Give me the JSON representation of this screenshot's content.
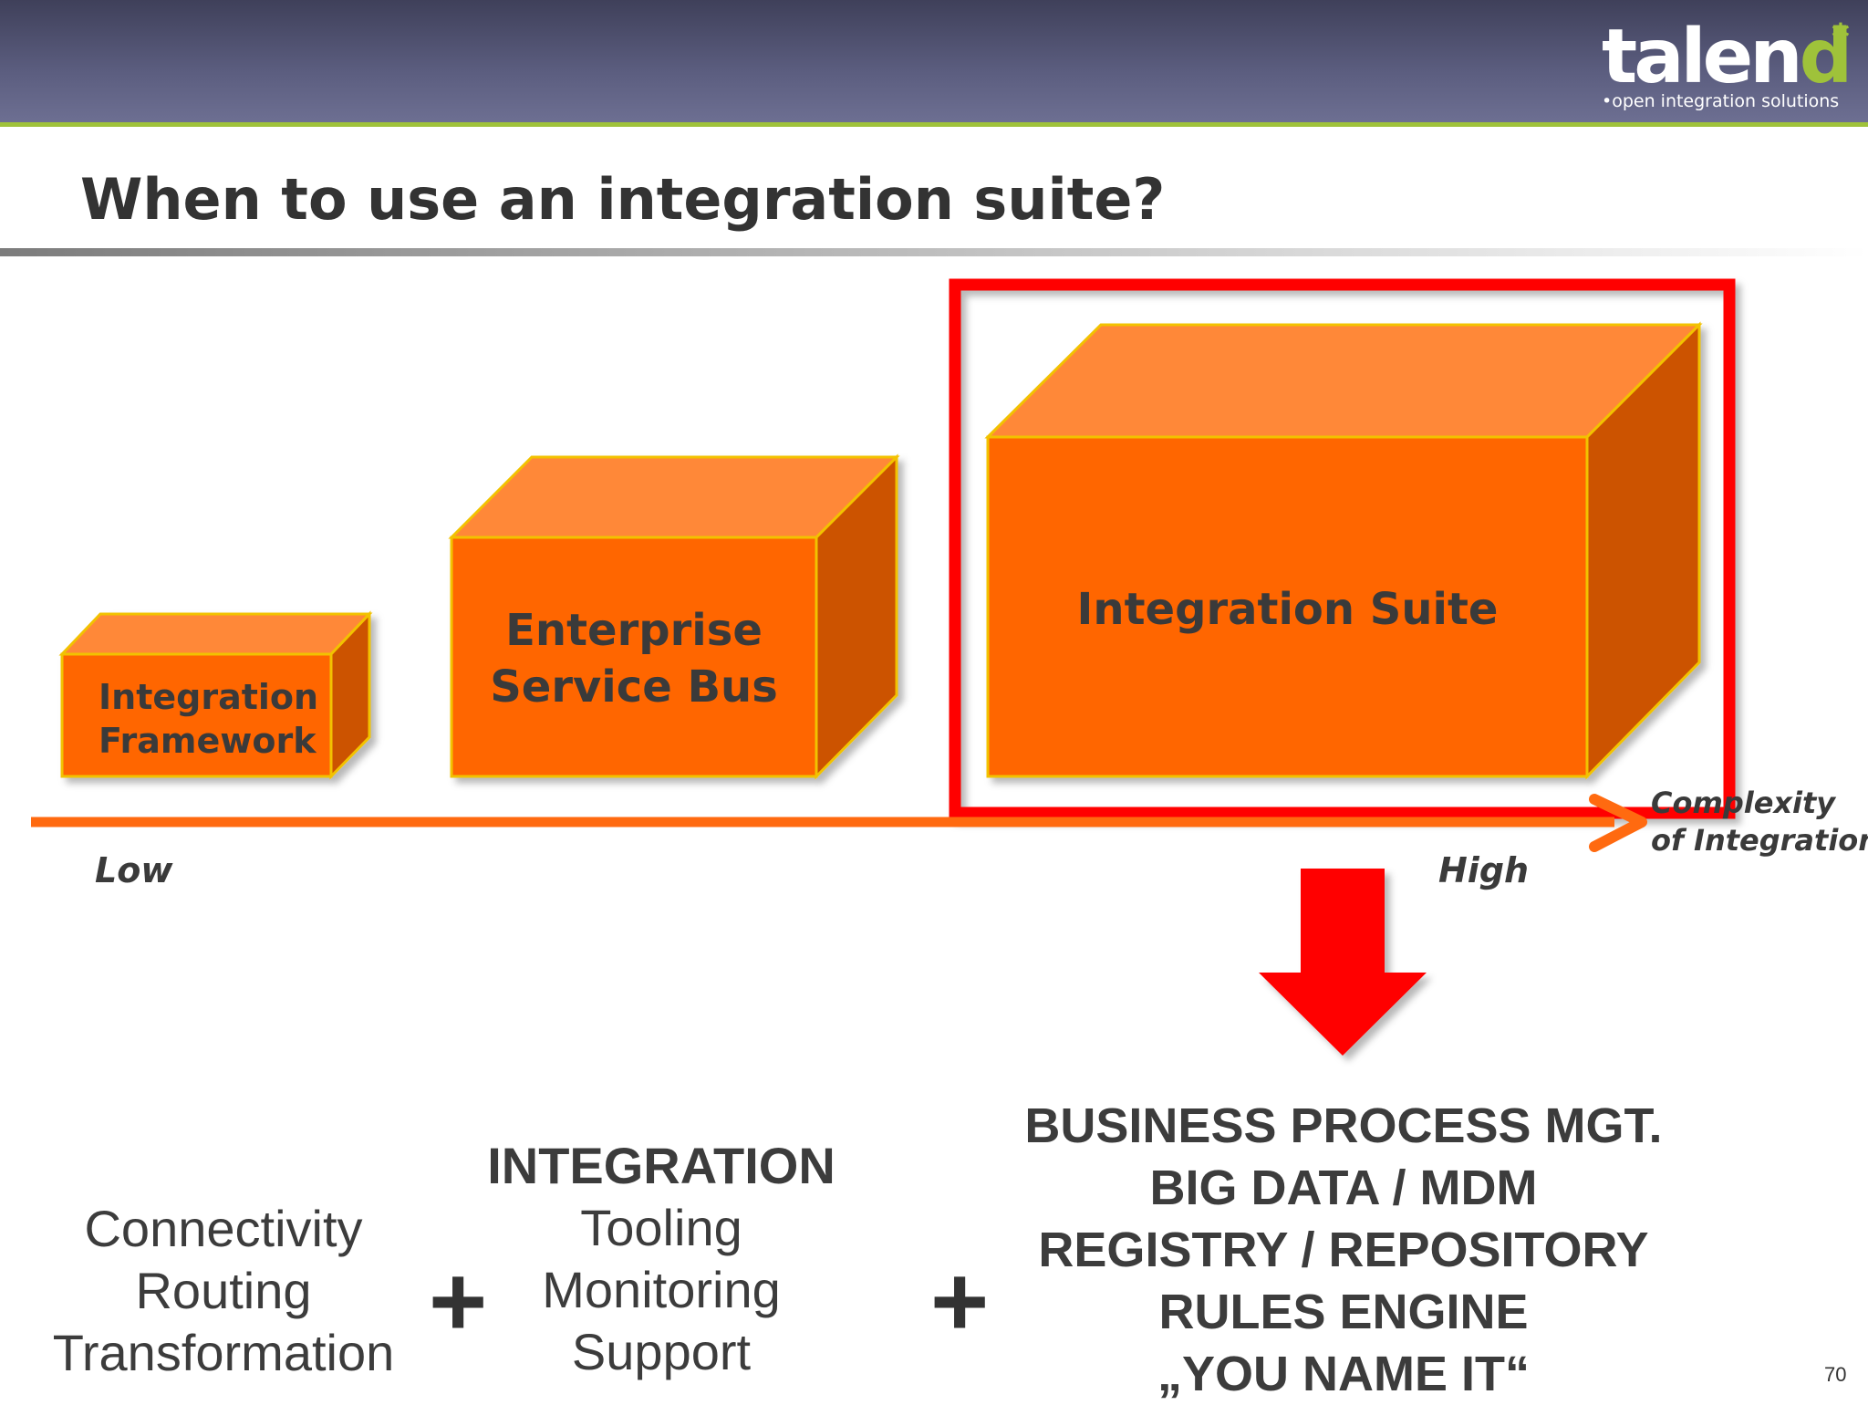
{
  "header": {
    "logo_main": "talen",
    "logo_accent": "d",
    "logo_star": "*",
    "logo_tagline": "•open integration solutions"
  },
  "slide": {
    "title": "When to use an integration suite?",
    "page_number": "70"
  },
  "boxes": [
    {
      "lines": [
        "Integration",
        "Framework"
      ]
    },
    {
      "lines": [
        "Enterprise",
        "Service Bus"
      ]
    },
    {
      "lines": [
        "Integration Suite"
      ]
    }
  ],
  "axis": {
    "low_label": "Low",
    "high_label": "High",
    "title_line1": "Complexity",
    "title_line2": "of Integration"
  },
  "columns": {
    "left": [
      "Connectivity",
      "Routing",
      "Transformation"
    ],
    "middle_heading": "INTEGRATION",
    "middle": [
      "Tooling",
      "Monitoring",
      "Support"
    ],
    "right": [
      "BUSINESS PROCESS MGT.",
      "BIG DATA / MDM",
      "REGISTRY / REPOSITORY",
      "RULES ENGINE",
      "„YOU NAME IT“"
    ]
  },
  "operators": {
    "plus_1": "+",
    "plus_2": "+"
  },
  "colors": {
    "box_front": "#ff6600",
    "box_top": "#ff8838",
    "box_side": "#cc5200",
    "box_edge": "#f2c200",
    "highlight": "#ff0000",
    "axis": "#ff6a10",
    "header_accent": "#9fc23a"
  }
}
